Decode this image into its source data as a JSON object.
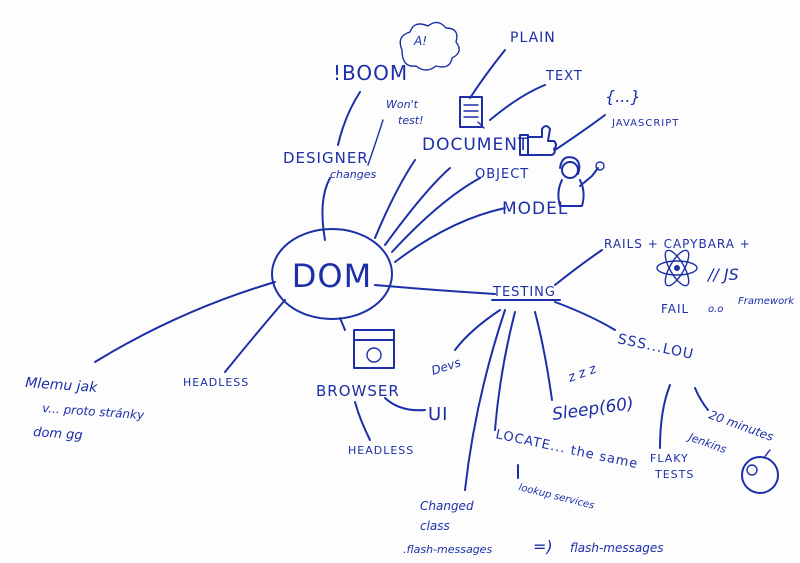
{
  "center": "DOM",
  "nodes": {
    "boom": "!BOOM",
    "boom_cloud": "A!",
    "wont_test": [
      "Won't",
      "test!"
    ],
    "designer": "DESIGNER",
    "designer_sub": "changes",
    "plain": "PLAIN",
    "text": "TEXT",
    "braces": "{...}",
    "javascript": "JAVASCRIPT",
    "document": "DOCUMENT",
    "object": "OBJECT",
    "model": "MODEL",
    "rails": "RAILS + CAPYBARA +",
    "js_framework_a": "// JS",
    "js_framework_b": "Framework",
    "fail": "FAIL",
    "fail_face": "o.o",
    "testing": "TESTING",
    "sss_lou": "SSS...LOU",
    "twenty_minutes": "20 minutes",
    "jenkins": "Jenkins",
    "flaky_tests": [
      "FLAKY",
      "TESTS"
    ],
    "sleep": "Sleep(60)",
    "zzz": "z z z",
    "devs": "Devs",
    "locate": "LOCATE... the same",
    "lookup": "lookup services",
    "changed_class": [
      "Changed",
      "class"
    ],
    "flash_a": ".flash-messages",
    "arrow": "=)",
    "flash_b": "flash-messages",
    "headless_left": "HEADLESS",
    "browser": "BROWSER",
    "ui": "UI",
    "headless_bottom": "HEADLESS",
    "note": [
      "Mlemu jak",
      "v... proto stránky",
      "dom gg"
    ]
  }
}
